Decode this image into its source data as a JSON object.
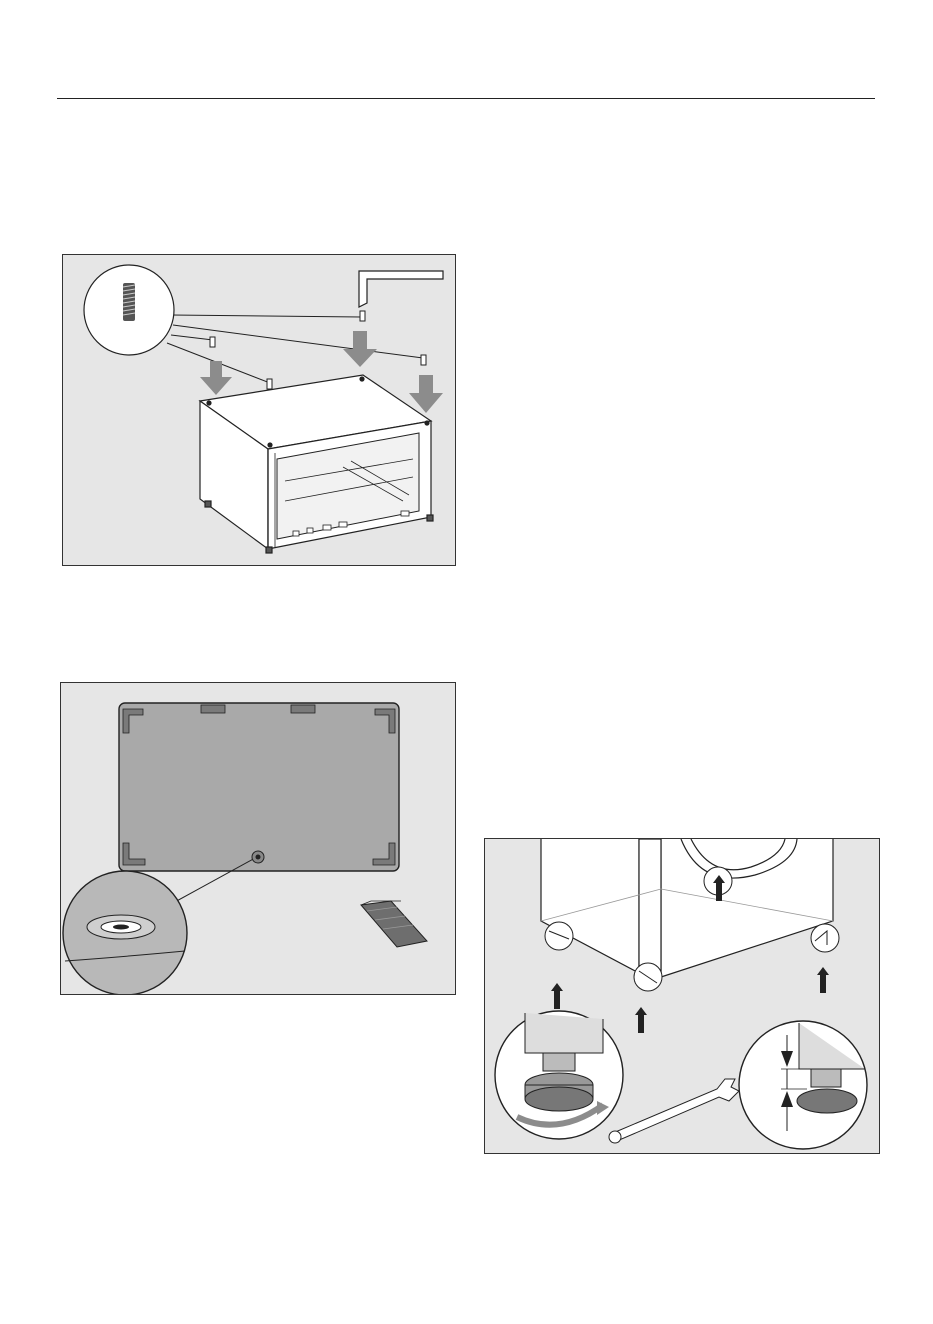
{
  "page": {
    "colors": {
      "panel_background": "#e6e6e6",
      "line": "#222222",
      "arrow_gray": "#8c8c8c",
      "base_plate": "#a9a9a9",
      "pad_dark": "#6e6e6e"
    }
  },
  "figures": [
    {
      "id": "fig-pedestal-bolts",
      "icons": [
        "threaded-bolt-icon",
        "allen-key-icon",
        "down-arrow-icon",
        "pedestal-icon"
      ]
    },
    {
      "id": "fig-base-plate",
      "icons": [
        "base-plate-icon",
        "drain-hole-icon",
        "rubber-pad-icon"
      ]
    },
    {
      "id": "fig-levelling-feet",
      "icons": [
        "washing-machine-icon",
        "up-arrow-icon",
        "adjustable-foot-icon",
        "spanner-icon",
        "gap-measure-icon"
      ]
    }
  ]
}
